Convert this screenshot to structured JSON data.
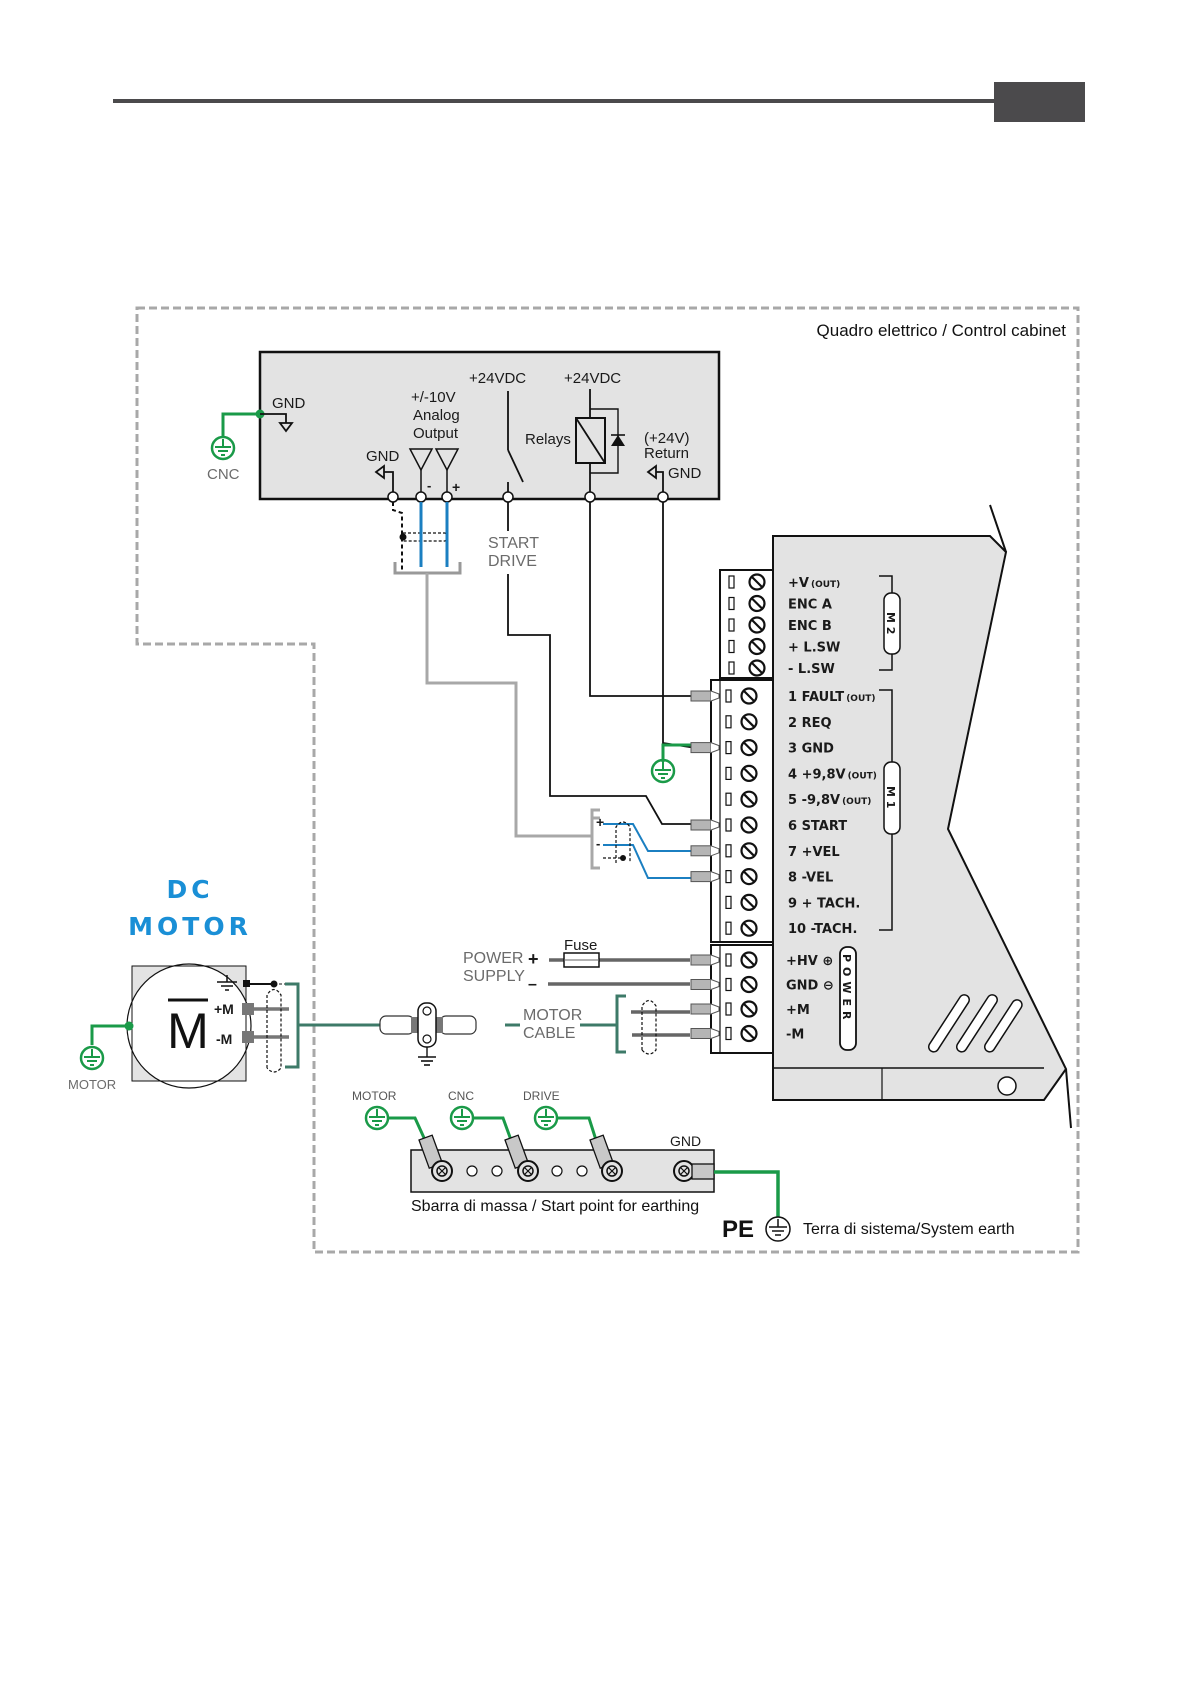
{
  "header": {
    "rule_color": "#4b4a4c"
  },
  "cabinet": {
    "title": "Quadro elettrico / Control cabinet"
  },
  "cnc": {
    "gnd_label": "GND",
    "earth_label": "CNC",
    "analog_label_1": "+/-10V",
    "analog_label_2": "Analog",
    "analog_label_3": "Output",
    "gnd_out_label": "GND",
    "minus_sign": "-",
    "plus_sign": "+",
    "vdc_label_1": "+24VDC",
    "vdc_label_2": "+24VDC",
    "relays_label": "Relays",
    "return_label_1": "(+24V)",
    "return_label_2": "Return",
    "return_gnd_label": "GND"
  },
  "start_drive": {
    "line1": "START",
    "line2": "DRIVE"
  },
  "drive": {
    "m2_label": "M 2",
    "m1_label": "M 1",
    "power_label": "POWER",
    "m2_terminals": [
      {
        "label": "+V",
        "suffix": "(OUT)"
      },
      {
        "label": "ENC A",
        "suffix": ""
      },
      {
        "label": "ENC B",
        "suffix": ""
      },
      {
        "label": "+ L.SW",
        "suffix": ""
      },
      {
        "label": "- L.SW",
        "suffix": ""
      }
    ],
    "m1_terminals": [
      {
        "label": "1 FAULT",
        "suffix": "(OUT)"
      },
      {
        "label": "2 REQ",
        "suffix": ""
      },
      {
        "label": "3 GND",
        "suffix": ""
      },
      {
        "label": "4 +9,8V",
        "suffix": "(OUT)"
      },
      {
        "label": "5 -9,8V",
        "suffix": "(OUT)"
      },
      {
        "label": "6 START",
        "suffix": ""
      },
      {
        "label": "7 +VEL",
        "suffix": ""
      },
      {
        "label": "8 -VEL",
        "suffix": ""
      },
      {
        "label": "9 + TACH.",
        "suffix": ""
      },
      {
        "label": "10 -TACH.",
        "suffix": ""
      }
    ],
    "power_terminals": [
      {
        "label": "+HV",
        "symbol": "⊕"
      },
      {
        "label": "GND",
        "symbol": "⊖"
      },
      {
        "label": "+M",
        "symbol": ""
      },
      {
        "label": "-M",
        "symbol": ""
      }
    ]
  },
  "power_supply": {
    "line1": "POWER",
    "line2": "SUPPLY",
    "plus": "+",
    "minus": "–",
    "fuse_label": "Fuse"
  },
  "motor_cable": {
    "line1": "MOTOR",
    "line2": "CABLE"
  },
  "dc_motor": {
    "title_line1": "DC",
    "title_line2": "MOTOR",
    "symbol": "M",
    "plus_m": "+M",
    "minus_m": "-M",
    "earth_label": "MOTOR"
  },
  "earthing": {
    "motor_label": "MOTOR",
    "cnc_label": "CNC",
    "drive_label": "DRIVE",
    "gnd_label": "GND",
    "bar_label": "Sbarra di massa / Start point for earthing",
    "pe_label": "PE",
    "system_earth_label": "Terra di sistema/System earth"
  },
  "colors": {
    "earth_green": "#1a9a48",
    "signal_blue": "#1b7fc1",
    "dc_motor_blue": "#1a8fd6",
    "cabinet_border": "#a8a8a8",
    "panel_fill": "#e3e3e3",
    "cable_teal": "#3d7a68"
  }
}
